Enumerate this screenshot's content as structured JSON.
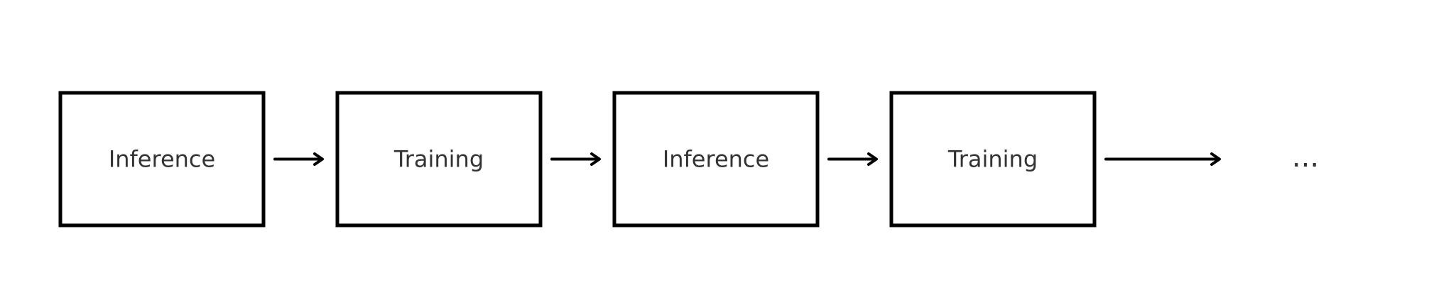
{
  "diagram": {
    "stages": [
      {
        "label": "Inference"
      },
      {
        "label": "Training"
      },
      {
        "label": "Inference"
      },
      {
        "label": "Training"
      }
    ],
    "continuation": "..."
  },
  "colors": {
    "box_stroke": "#000000",
    "label_text": "#333333",
    "background": "#ffffff"
  }
}
